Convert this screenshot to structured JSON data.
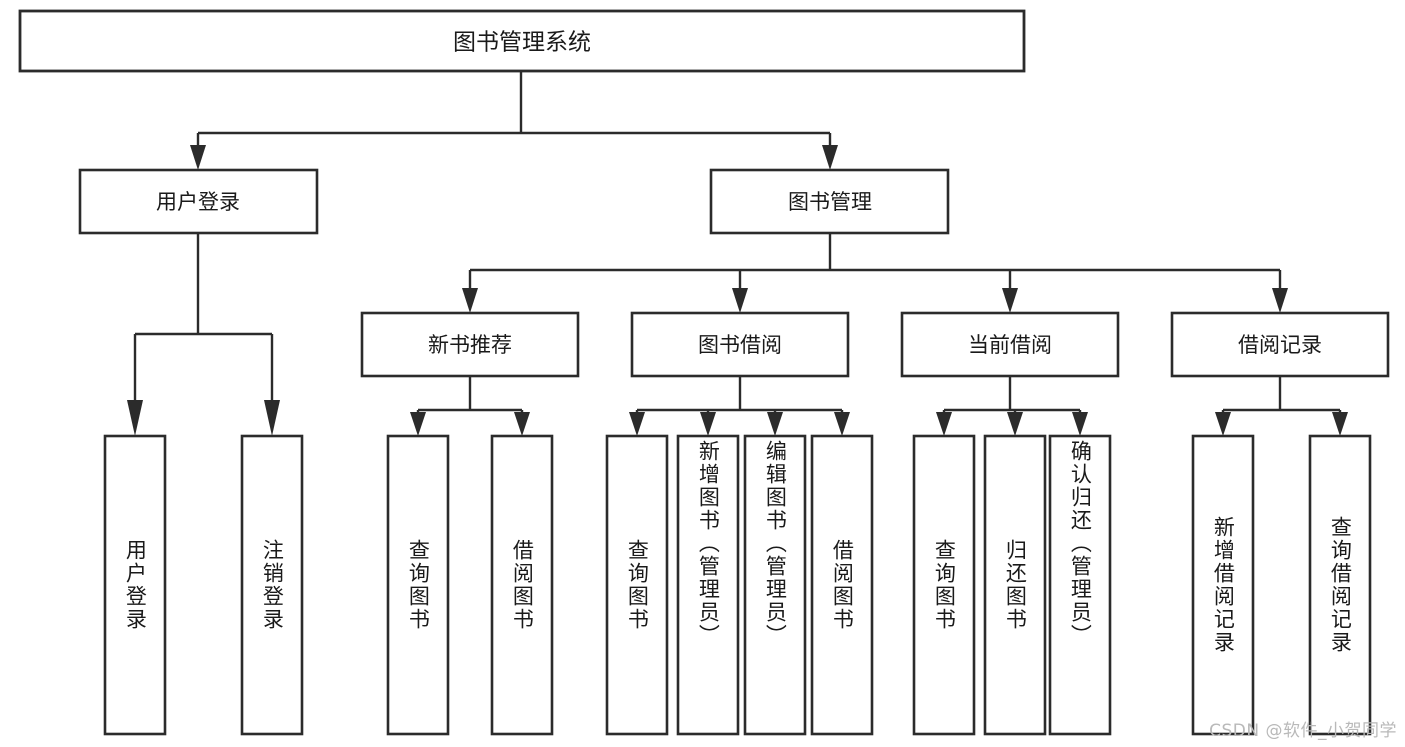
{
  "diagram": {
    "type": "hierarchy-tree",
    "title": "图书管理系统",
    "levels": 4,
    "root": {
      "id": "root",
      "label": "图书管理系统"
    },
    "level2": [
      {
        "id": "user-login",
        "label": "用户登录"
      },
      {
        "id": "book-management",
        "label": "图书管理"
      }
    ],
    "level3": [
      {
        "id": "new-book-recommend",
        "label": "新书推荐",
        "parent": "book-management"
      },
      {
        "id": "book-borrow",
        "label": "图书借阅",
        "parent": "book-management"
      },
      {
        "id": "current-borrow",
        "label": "当前借阅",
        "parent": "book-management"
      },
      {
        "id": "borrow-record",
        "label": "借阅记录",
        "parent": "book-management"
      }
    ],
    "leaves": [
      {
        "id": "leaf-user-login",
        "label": "用户登录",
        "parent": "user-login"
      },
      {
        "id": "leaf-logout-login",
        "label": "注销登录",
        "parent": "user-login"
      },
      {
        "id": "leaf-query-book-1",
        "label": "查询图书",
        "parent": "new-book-recommend"
      },
      {
        "id": "leaf-borrow-book-1",
        "label": "借阅图书",
        "parent": "new-book-recommend"
      },
      {
        "id": "leaf-query-book-2",
        "label": "查询图书",
        "parent": "book-borrow"
      },
      {
        "id": "leaf-add-book",
        "label": "新增图书（管理员）",
        "parent": "book-borrow"
      },
      {
        "id": "leaf-edit-book",
        "label": "编辑图书（管理员）",
        "parent": "book-borrow"
      },
      {
        "id": "leaf-borrow-book-2",
        "label": "借阅图书",
        "parent": "book-borrow"
      },
      {
        "id": "leaf-query-book-3",
        "label": "查询图书",
        "parent": "current-borrow"
      },
      {
        "id": "leaf-return-book",
        "label": "归还图书",
        "parent": "current-borrow"
      },
      {
        "id": "leaf-confirm-return",
        "label": "确认归还（管理员）",
        "parent": "current-borrow"
      },
      {
        "id": "leaf-add-record",
        "label": "新增借阅记录",
        "parent": "borrow-record"
      },
      {
        "id": "leaf-query-record",
        "label": "查询借阅记录",
        "parent": "borrow-record"
      }
    ],
    "colors": {
      "background": "#ffffff",
      "box_fill": "#ffffff",
      "box_stroke": "#2b2b2b",
      "connector": "#2b2b2b",
      "text": "#1a1a1a",
      "watermark": "#b9b9b9"
    }
  },
  "watermark": {
    "text": "CSDN @软件_小贺同学"
  }
}
